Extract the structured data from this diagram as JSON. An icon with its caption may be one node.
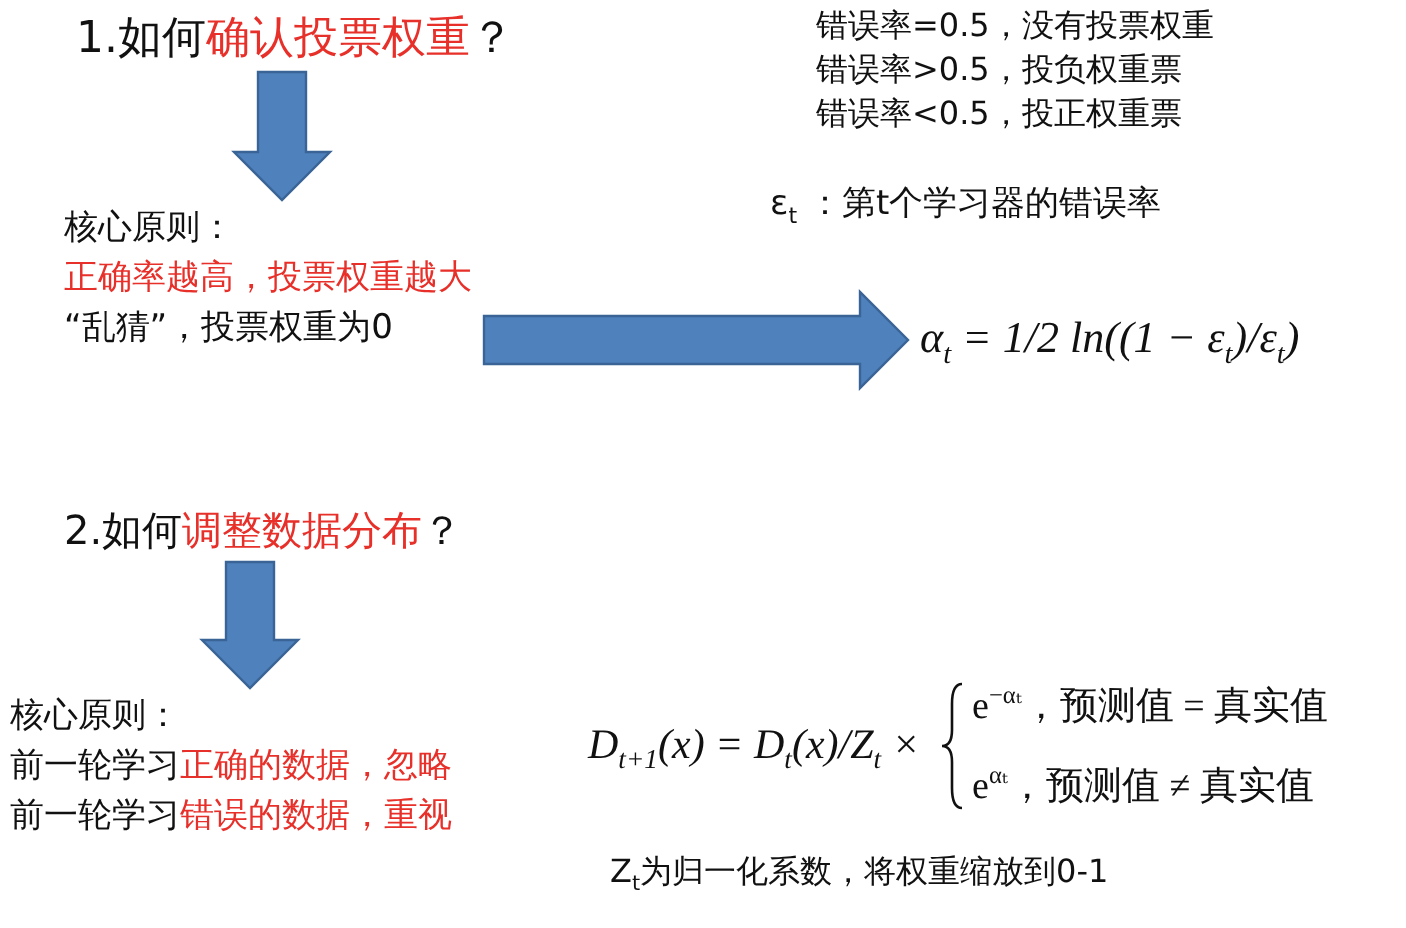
{
  "diagram": {
    "nodes": [
      {
        "text": [
          "1.如何**确认投票权重**？"
        ]
      },
      {
        "text": [
          "核心原则：",
          "正确率越高，投票权重越大",
          "“乱猜”，投票权重为0"
        ]
      },
      {
        "text": [
          "α$_{t}$ = 1/2 ln((1 − ε$_{t}$)/ε$_{t}$)"
        ]
      },
      {
        "text": [
          "2.如何**调整数据分布**？"
        ]
      },
      {
        "text": [
          "核心原则：",
          "前一轮学习**正确的数据，忽略**",
          "前一轮学习**错误的数据，重视**"
        ]
      }
    ],
    "edges": [
      {
        "from": 0,
        "to": 1,
        "arrow": "to"
      },
      {
        "from": 1,
        "to": 2,
        "arrow": "to"
      },
      {
        "from": 3,
        "to": 4,
        "arrow": "to"
      }
    ],
    "labels": [
      "错误率=0.5，没有投票权重",
      "错误率>0.5，投负权重票",
      "错误率<0.5，投正权重票",
      "ε$_{t}$ ：第t个学习器的错误率",
      "D$_{t+1}$(x) = D$_{t}$(x)/Z$_{t}$ ×",
      "e$^{−αₜ}$，预测值 = 真实值",
      "e$^{αₜ}$，预测值 ≠ 真实值",
      "Z$_{t}$为归一化系数，将权重缩放到0-1"
    ]
  }
}
